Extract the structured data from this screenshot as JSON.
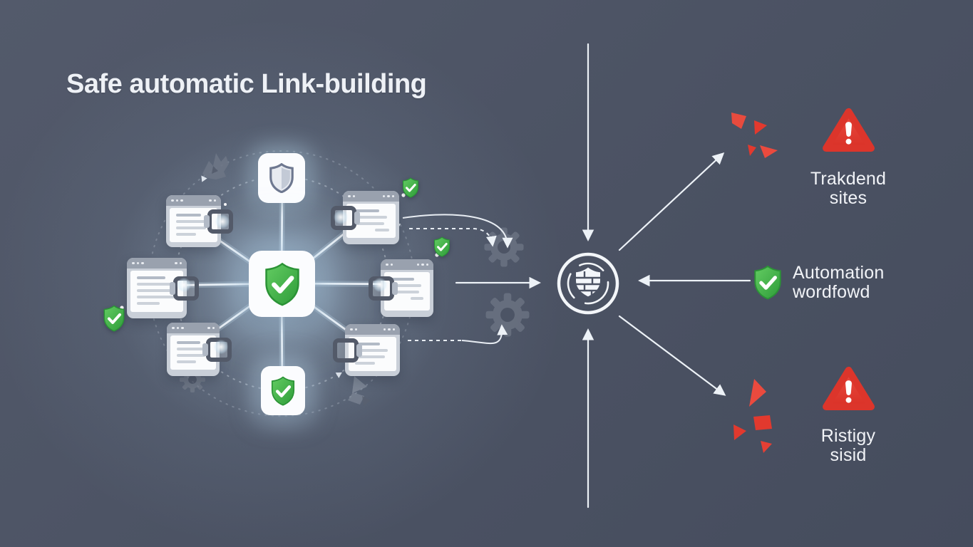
{
  "title": "Safe automatic Link-building",
  "colors": {
    "background": "#4c5364",
    "safe_green": "#3fae47",
    "danger_red": "#e0392e",
    "text_white": "#f1f3f7",
    "card_gray": "#c9cfd8"
  },
  "hub": {
    "center_icon": "shield-check-icon",
    "top_icon": "shield-outline-icon",
    "bottom_icon": "shield-check-icon",
    "satellite_icon": "browser-window-icon",
    "satellite_count": 6,
    "badge_icon": "shield-check-badge-icon",
    "process_icon": "gear-icon"
  },
  "processor": {
    "icon": "shield-scan-circle-icon"
  },
  "outcomes": [
    {
      "icon": "warning-triangle-icon",
      "tone": "danger",
      "line1": "Trakdend",
      "line2": "sites"
    },
    {
      "icon": "shield-check-icon",
      "tone": "safe",
      "line1": "Automation",
      "line2": "wordfowd"
    },
    {
      "icon": "warning-triangle-icon",
      "tone": "danger",
      "line1": "Ristigy",
      "line2": "sisid"
    }
  ]
}
